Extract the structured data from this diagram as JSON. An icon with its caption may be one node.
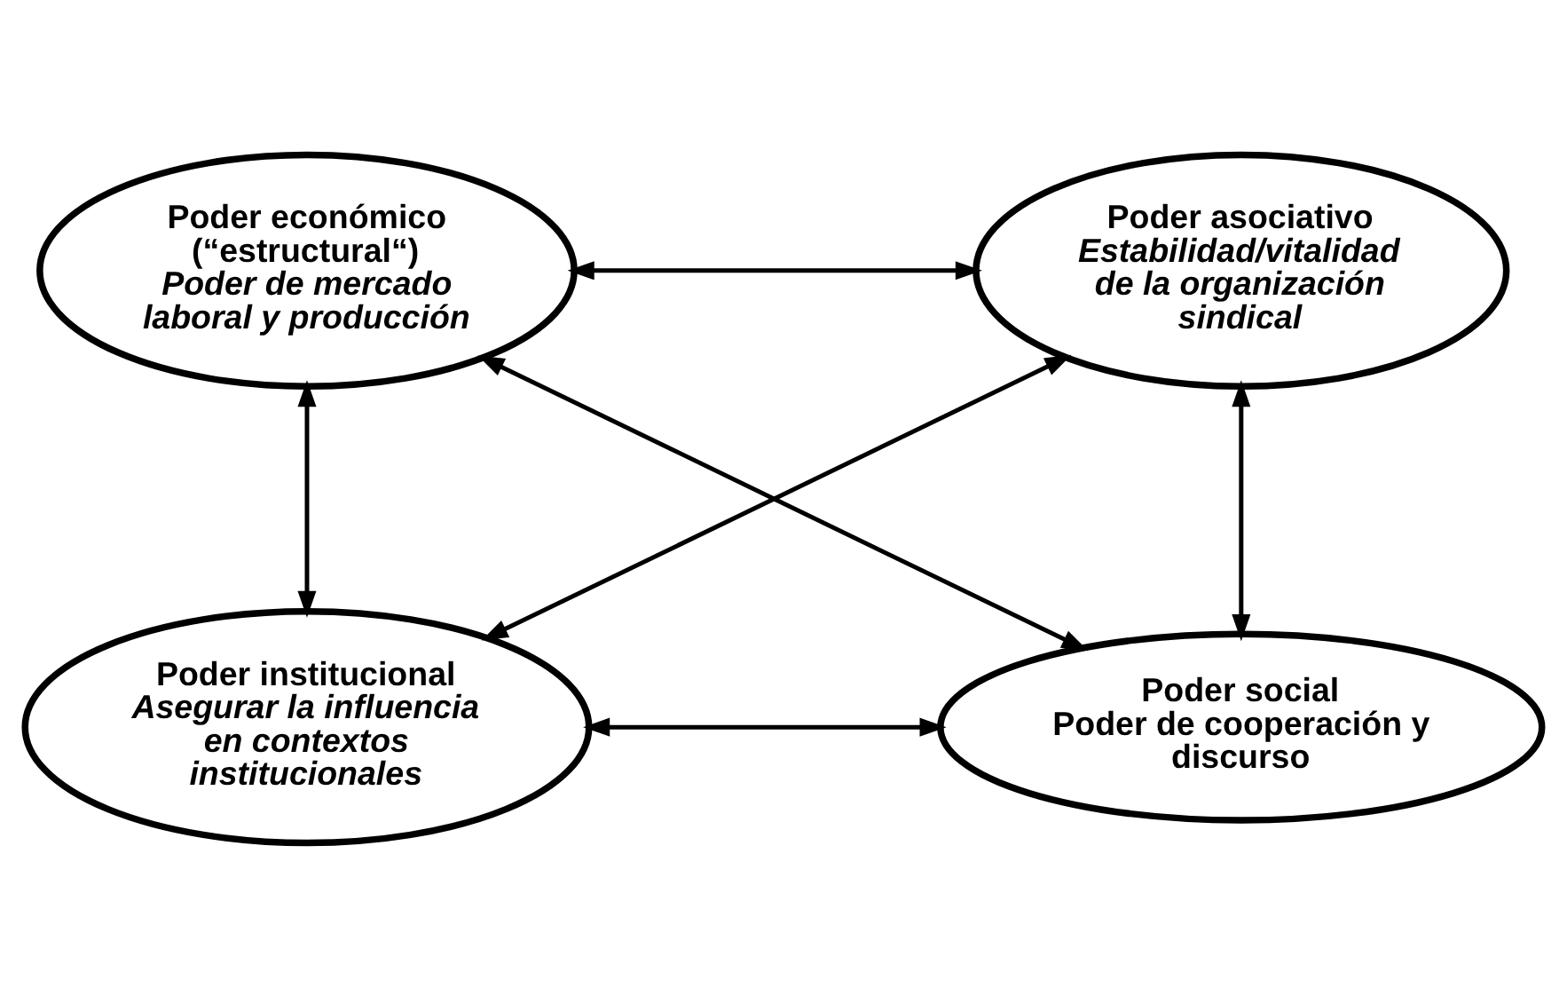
{
  "diagram": {
    "nodes": [
      {
        "text": [
          "Poder económico (“estructural“)",
          "Poder de mercado laboral y producción"
        ]
      },
      {
        "text": [
          "Poder asociativo",
          "Estabilidad/vitalidad de la organización sindical"
        ]
      },
      {
        "text": [
          "Poder institucional",
          "Asegurar la influencia en contextos institucionales"
        ]
      },
      {
        "text": [
          "Poder social",
          "Poder de cooperación y discurso"
        ]
      }
    ],
    "edges": [
      {
        "from": 0,
        "to": 1,
        "arrow": "both"
      },
      {
        "from": 0,
        "to": 2,
        "arrow": "both"
      },
      {
        "from": 1,
        "to": 3,
        "arrow": "both"
      },
      {
        "from": 0,
        "to": 3,
        "arrow": "both"
      },
      {
        "from": 1,
        "to": 2,
        "arrow": "both"
      },
      {
        "from": 2,
        "to": 3,
        "arrow": "both"
      }
    ]
  }
}
